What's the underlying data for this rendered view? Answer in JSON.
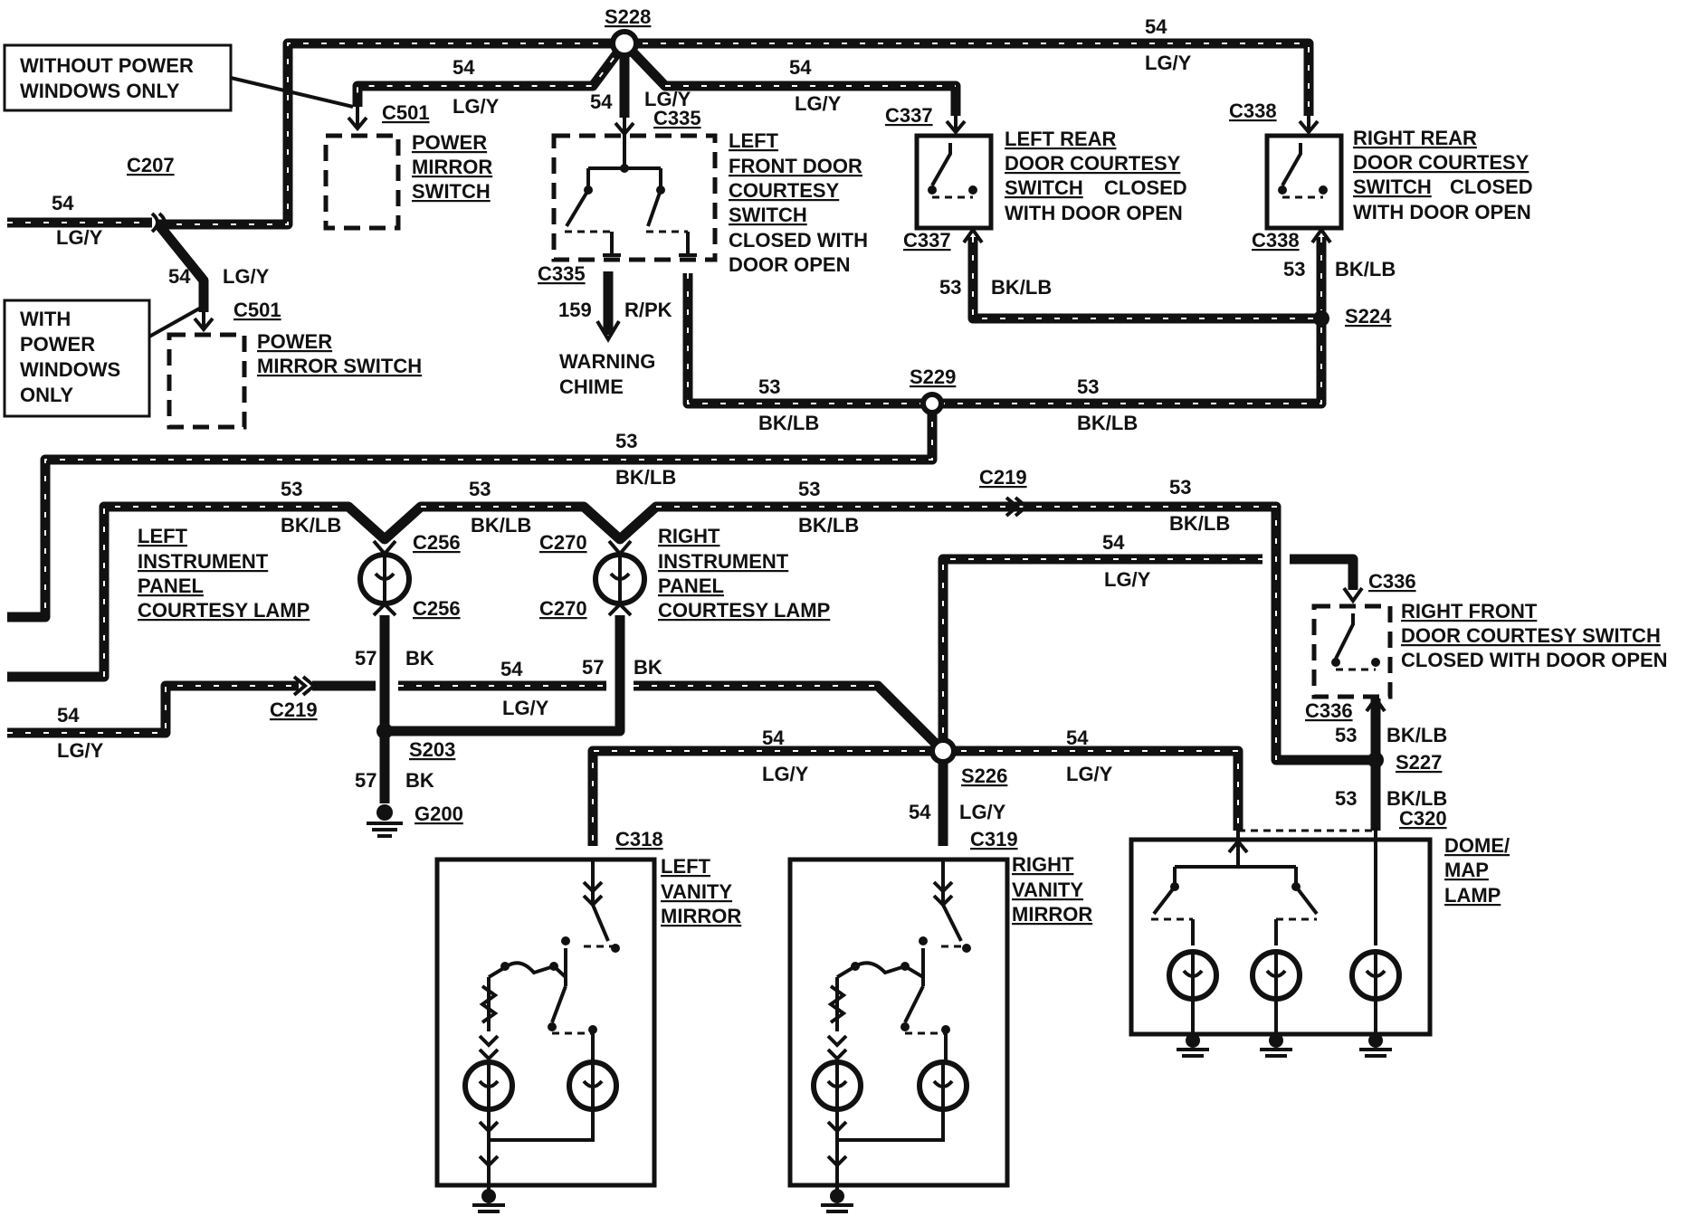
{
  "notes": {
    "without_power_windows": [
      "WITHOUT POWER",
      "WINDOWS ONLY"
    ],
    "with_power_windows": [
      "WITH",
      "POWER",
      "WINDOWS",
      "ONLY"
    ]
  },
  "connectors": {
    "c207": "C207",
    "c501_top": "C501",
    "c501_left": "C501",
    "c335_top": "C335",
    "c335_bottom": "C335",
    "c337_top": "C337",
    "c337_bottom": "C337",
    "c338_top": "C338",
    "c338_bottom": "C338",
    "c256_top": "C256",
    "c256_bottom": "C256",
    "c270_top": "C270",
    "c270_bottom": "C270",
    "c219_upper": "C219",
    "c219_lower": "C219",
    "c336_top": "C336",
    "c336_bottom": "C336",
    "c318": "C318",
    "c319": "C319",
    "c320": "C320"
  },
  "splices": {
    "s228": "S228",
    "s224": "S224",
    "s229": "S229",
    "s203": "S203",
    "s226": "S226",
    "s227": "S227",
    "g200": "G200"
  },
  "components": {
    "power_mirror_switch_top": [
      "POWER",
      "MIRROR",
      "SWITCH"
    ],
    "power_mirror_switch_left": [
      "POWER",
      "MIRROR SWITCH"
    ],
    "left_front_door": [
      "LEFT",
      "FRONT DOOR",
      "COURTESY",
      "SWITCH",
      "CLOSED WITH",
      "DOOR OPEN"
    ],
    "left_rear_door": [
      "LEFT REAR",
      "DOOR COURTESY",
      "SWITCH",
      "CLOSED",
      "WITH DOOR OPEN"
    ],
    "right_rear_door": [
      "RIGHT REAR",
      "DOOR COURTESY",
      "SWITCH",
      "CLOSED",
      "WITH DOOR OPEN"
    ],
    "warning_chime": [
      "WARNING",
      "CHIME"
    ],
    "left_ip_lamp": [
      "LEFT",
      "INSTRUMENT",
      "PANEL",
      "COURTESY LAMP"
    ],
    "right_ip_lamp": [
      "RIGHT",
      "INSTRUMENT",
      "PANEL",
      "COURTESY LAMP"
    ],
    "right_front_door": [
      "RIGHT FRONT",
      "DOOR COURTESY SWITCH",
      "CLOSED WITH DOOR OPEN"
    ],
    "left_vanity": [
      "LEFT",
      "VANITY",
      "MIRROR"
    ],
    "right_vanity": [
      "RIGHT",
      "VANITY",
      "MIRROR"
    ],
    "dome_map": [
      "DOME/",
      "MAP",
      "LAMP"
    ]
  },
  "circuits": {
    "c54": "54",
    "c53": "53",
    "c57": "57",
    "c159": "159",
    "lgy": "LG/Y",
    "bklb": "BK/LB",
    "bk": "BK",
    "rpk": "R/PK"
  }
}
